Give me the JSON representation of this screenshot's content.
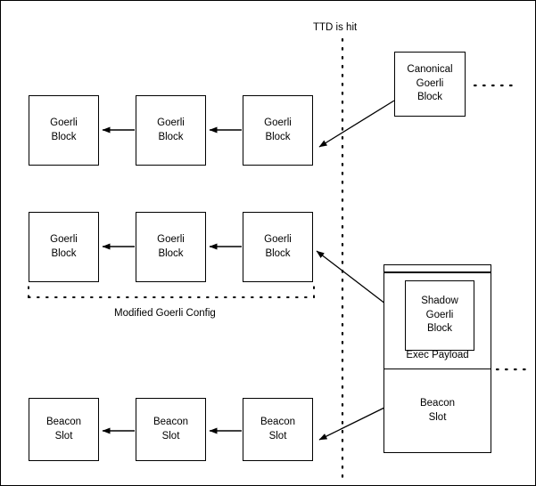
{
  "diagram": {
    "title_note": "TTD is hit",
    "bracket_label": "Modified Goerli Config",
    "chain_rows": [
      {
        "name": "canonical-goerli-chain",
        "blocks": [
          {
            "label": "Goerli\nBlock"
          },
          {
            "label": "Goerli\nBlock"
          },
          {
            "label": "Goerli\nBlock"
          }
        ]
      },
      {
        "name": "modified-goerli-chain",
        "blocks": [
          {
            "label": "Goerli\nBlock"
          },
          {
            "label": "Goerli\nBlock"
          },
          {
            "label": "Goerli\nBlock"
          }
        ]
      },
      {
        "name": "beacon-slot-chain",
        "blocks": [
          {
            "label": "Beacon\nSlot"
          },
          {
            "label": "Beacon\nSlot"
          },
          {
            "label": "Beacon\nSlot"
          }
        ]
      }
    ],
    "right_nodes": {
      "canonical_block": "Canonical\nGoerli\nBlock",
      "shadow_block": "Shadow\nGoerli\nBlock",
      "exec_payload_label": "Exec Payload",
      "beacon_slot_label": "Beacon\nSlot"
    },
    "colors": {
      "stroke": "#000000",
      "fill": "#ffffff",
      "text": "#000000"
    }
  }
}
